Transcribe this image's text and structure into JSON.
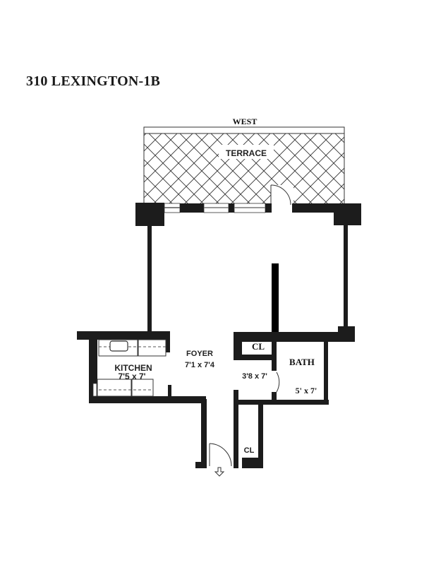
{
  "title": "310 LEXINGTON-1B",
  "plan": {
    "orientation_label": "WEST",
    "rooms": [
      {
        "name": "TERRACE",
        "dimensions": ""
      },
      {
        "name": "KITCHEN",
        "dimensions": "7'5 x 7'"
      },
      {
        "name": "FOYER",
        "dimensions": "7'1 x 7'4"
      },
      {
        "name": "CL",
        "dimensions": ""
      },
      {
        "name": "",
        "dimensions": "3'8 x 7'"
      },
      {
        "name": "BATH",
        "dimensions": "5' x 7'"
      },
      {
        "name": "CL",
        "dimensions": ""
      }
    ],
    "entry_icon": "up-arrow-icon",
    "colors": {
      "wall": "#1c1c1c",
      "hatch": "#333333",
      "background": "#ffffff"
    }
  }
}
